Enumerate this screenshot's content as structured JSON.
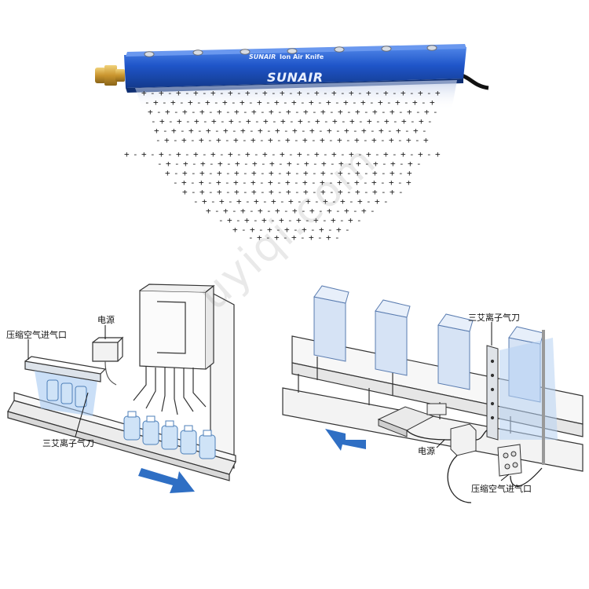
{
  "product": {
    "brand_small": "SUNAIR",
    "name_small": "Ion Air Knife",
    "brand_large": "SUNAIR"
  },
  "left_diagram": {
    "label_air_inlet": "压缩空气进气口",
    "label_power": "电源",
    "label_air_knife": "三艾离子气刀"
  },
  "right_diagram": {
    "label_air_knife": "三艾离子气刀",
    "label_power": "电源",
    "label_air_inlet": "压缩空气进气口"
  },
  "watermark": "uyiqi.com",
  "colors": {
    "knife_blue": "#1f55c9",
    "arrow_blue": "#2f6fc4",
    "bottle_blue": "#cfe3f7",
    "carton_blue": "#d6e3f5"
  }
}
